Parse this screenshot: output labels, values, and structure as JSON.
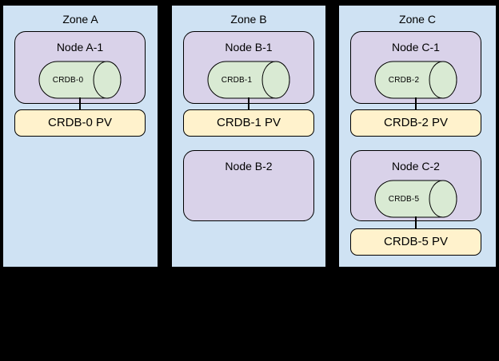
{
  "diagram": {
    "background": "#000000",
    "colors": {
      "zone_fill": "#cfe2f3",
      "node_fill": "#d9d2e9",
      "pod_fill": "#d9ead3",
      "pv_fill": "#fff2cc",
      "stroke": "#000000"
    },
    "zones": [
      {
        "label": "Zone A",
        "nodes": [
          {
            "label": "Node A-1",
            "pod": "CRDB-0",
            "pv": "CRDB-0 PV"
          }
        ]
      },
      {
        "label": "Zone B",
        "nodes": [
          {
            "label": "Node B-1",
            "pod": "CRDB-1",
            "pv": "CRDB-1 PV"
          },
          {
            "label": "Node B-2"
          }
        ]
      },
      {
        "label": "Zone C",
        "nodes": [
          {
            "label": "Node C-1",
            "pod": "CRDB-2",
            "pv": "CRDB-2 PV"
          },
          {
            "label": "Node C-2",
            "pod": "CRDB-5",
            "pv": "CRDB-5 PV"
          }
        ]
      }
    ]
  }
}
